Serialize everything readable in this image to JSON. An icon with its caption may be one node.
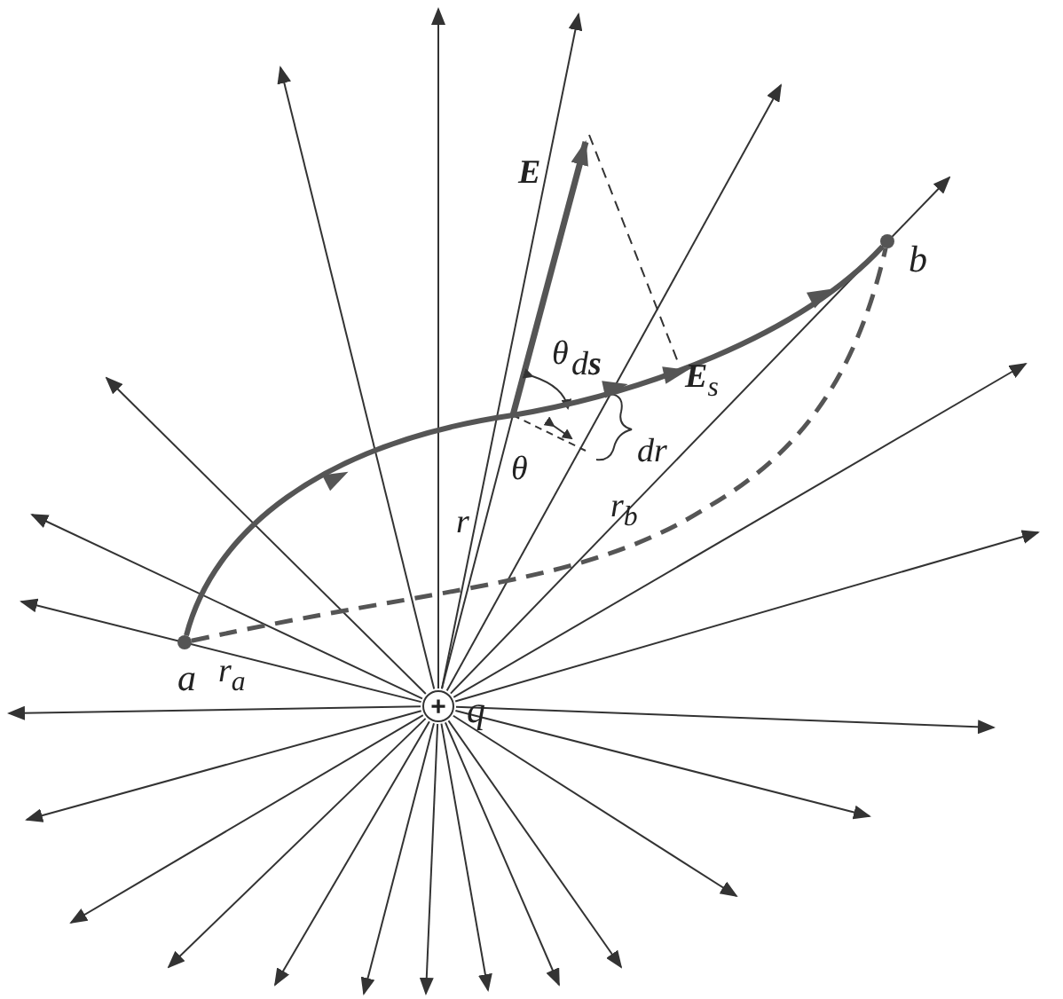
{
  "diagram": {
    "nodes": [
      {
        "text": [
          "+"
        ],
        "beside": [
          "q"
        ]
      },
      {
        "text": [],
        "shape": "circle",
        "beside": [
          "a"
        ]
      },
      {
        "text": [],
        "shape": "circle",
        "beside": [
          "b"
        ]
      }
    ],
    "edges": [
      {
        "from": 1,
        "to": 2,
        "arrow": "to"
      },
      {
        "from": 1,
        "to": 2,
        "arrow": "none",
        "style": "dashed"
      }
    ],
    "labels": [
      "**E**",
      "θ",
      "d**s**",
      "**E**$_{s}$",
      "θ",
      "dr",
      "r",
      "r$_{b}$",
      "r$_{a}$"
    ]
  }
}
